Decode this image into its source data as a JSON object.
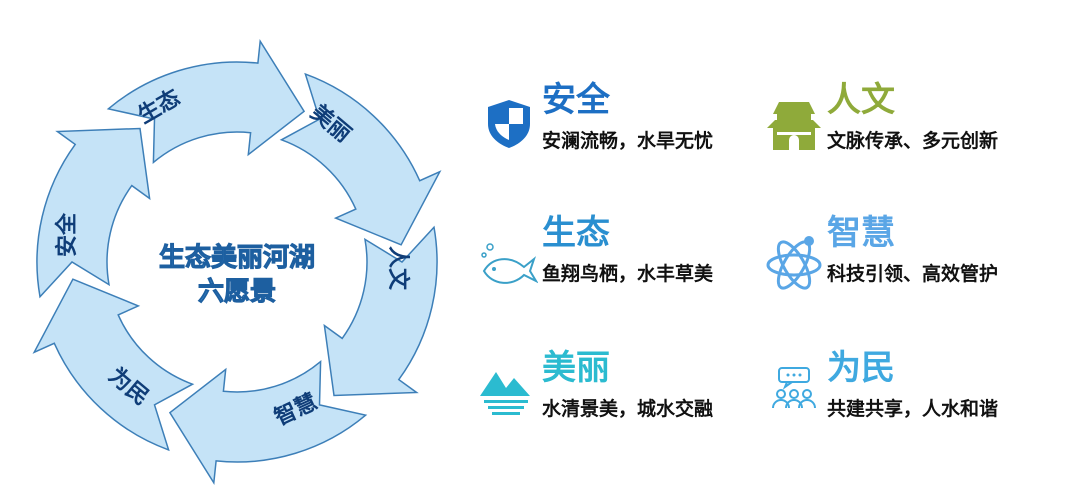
{
  "cycle": {
    "center_title": [
      "生态美丽河湖",
      "六愿景"
    ],
    "segments": [
      "生态",
      "美丽",
      "人文",
      "智慧",
      "为民",
      "安全"
    ]
  },
  "items": [
    {
      "title": "安全",
      "subtitle": "安澜流畅，水旱无忧",
      "color": "#1d6fc4",
      "icon": "shield-icon"
    },
    {
      "title": "人文",
      "subtitle": "文脉传承、多元创新",
      "color": "#8faa3a",
      "icon": "pavilion-icon"
    },
    {
      "title": "生态",
      "subtitle": "鱼翔鸟栖，水丰草美",
      "color": "#2a8fd0",
      "icon": "fish-icon"
    },
    {
      "title": "智慧",
      "subtitle": "科技引领、高效管护",
      "color": "#5aa6e6",
      "icon": "atom-icon"
    },
    {
      "title": "美丽",
      "subtitle": "水清景美，城水交融",
      "color": "#2bbbd0",
      "icon": "mountain-water-icon"
    },
    {
      "title": "为民",
      "subtitle": "共建共享，人水和谐",
      "color": "#3fa9e0",
      "icon": "people-chat-icon"
    }
  ]
}
